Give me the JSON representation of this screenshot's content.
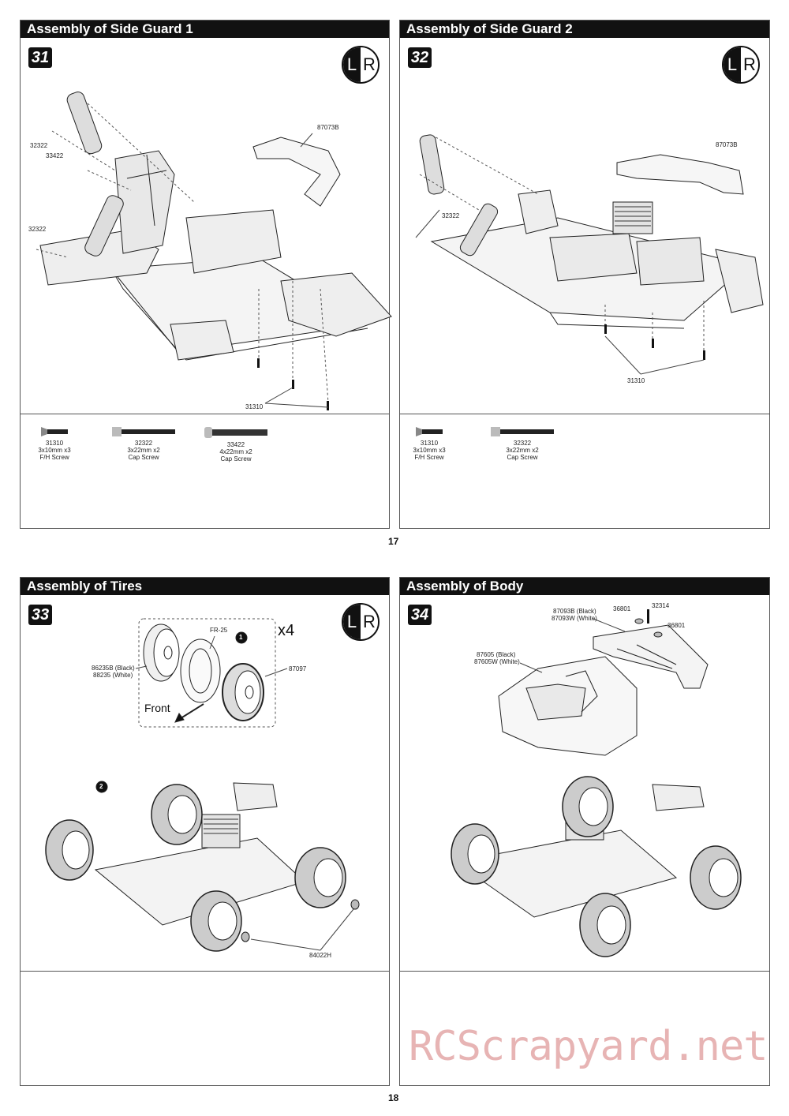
{
  "steps": [
    {
      "title": "Assembly of Side Guard 1",
      "number": "31",
      "lr": {
        "l": "L",
        "r": "R"
      },
      "callouts": [
        "87073B",
        "32322",
        "33422",
        "32322",
        "31310"
      ],
      "parts": [
        {
          "code": "31310",
          "size": "3x10mm",
          "qty": "x3",
          "name": "F/H Screw"
        },
        {
          "code": "32322",
          "size": "3x22mm",
          "qty": "x2",
          "name": "Cap Screw"
        },
        {
          "code": "33422",
          "size": "4x22mm",
          "qty": "x2",
          "name": "Cap Screw"
        }
      ]
    },
    {
      "title": "Assembly of Side Guard 2",
      "number": "32",
      "lr": {
        "l": "L",
        "r": "R"
      },
      "callouts": [
        "87073B",
        "32322",
        "31310"
      ],
      "parts": [
        {
          "code": "31310",
          "size": "3x10mm",
          "qty": "x3",
          "name": "F/H Screw"
        },
        {
          "code": "32322",
          "size": "3x22mm",
          "qty": "x2",
          "name": "Cap Screw"
        }
      ]
    },
    {
      "title": "Assembly of Tires",
      "number": "33",
      "lr": {
        "l": "L",
        "r": "R"
      },
      "callouts": {
        "fr": "FR-25",
        "step1": "1",
        "x4": "x4",
        "wheel1": "86235B (Black)",
        "wheel2": "88235 (White)",
        "tire": "87097",
        "front": "Front",
        "step2": "2",
        "nut": "84022H"
      }
    },
    {
      "title": "Assembly of Body",
      "number": "34",
      "callouts": {
        "wing1": "87093B (Black)",
        "wing2": "87093W (White)",
        "w1": "36801",
        "screw": "32314",
        "w2": "36801",
        "body1": "87605 (Black)",
        "body2": "87605W (White)"
      }
    }
  ],
  "pages": {
    "top": "17",
    "bottom": "18"
  },
  "watermark": "RCScrapyard.net"
}
